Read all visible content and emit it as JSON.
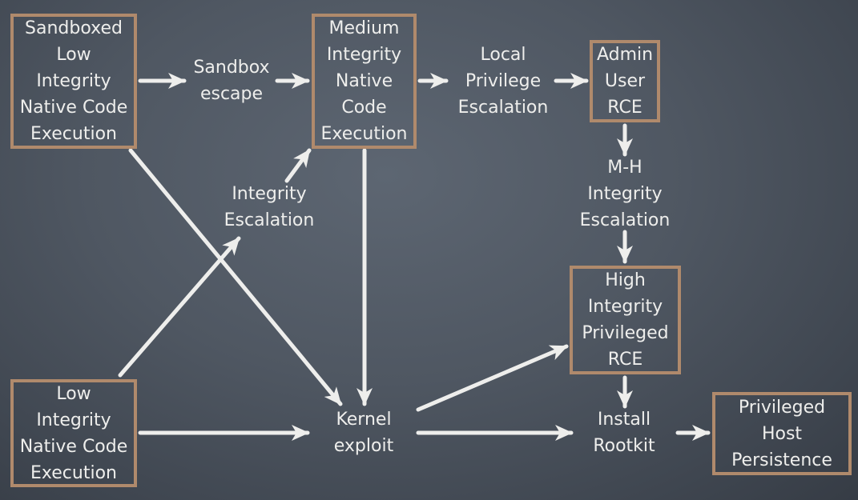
{
  "colors": {
    "background": "#4f5762",
    "box_border": "#b08a6c",
    "text": "#eeeeec",
    "arrow": "#eeeeec"
  },
  "nodes": {
    "sandboxed_low_integrity": {
      "lines": [
        "Sandboxed",
        "Low",
        "Integrity",
        "Native Code",
        "Execution"
      ]
    },
    "medium_integrity": {
      "lines": [
        "Medium",
        "Integrity",
        "Native",
        "Code",
        "Execution"
      ]
    },
    "admin_user_rce": {
      "lines": [
        "Admin",
        "User",
        "RCE"
      ]
    },
    "high_integrity_privileged": {
      "lines": [
        "High",
        "Integrity",
        "Privileged",
        "RCE"
      ]
    },
    "low_integrity": {
      "lines": [
        "Low",
        "Integrity",
        "Native Code",
        "Execution"
      ]
    },
    "privileged_host_persistence": {
      "lines": [
        "Privileged",
        "Host",
        "Persistence"
      ]
    }
  },
  "labels": {
    "sandbox_escape": {
      "lines": [
        "Sandbox",
        "escape"
      ]
    },
    "local_privilege_escalation": {
      "lines": [
        "Local",
        "Privilege",
        "Escalation"
      ]
    },
    "integrity_escalation": {
      "lines": [
        "Integrity",
        "Escalation"
      ]
    },
    "mh_integrity_escalation": {
      "lines": [
        "M-H",
        "Integrity",
        "Escalation"
      ]
    },
    "kernel_exploit": {
      "lines": [
        "Kernel",
        "exploit"
      ]
    },
    "install_rootkit": {
      "lines": [
        "Install",
        "Rootkit"
      ]
    }
  }
}
